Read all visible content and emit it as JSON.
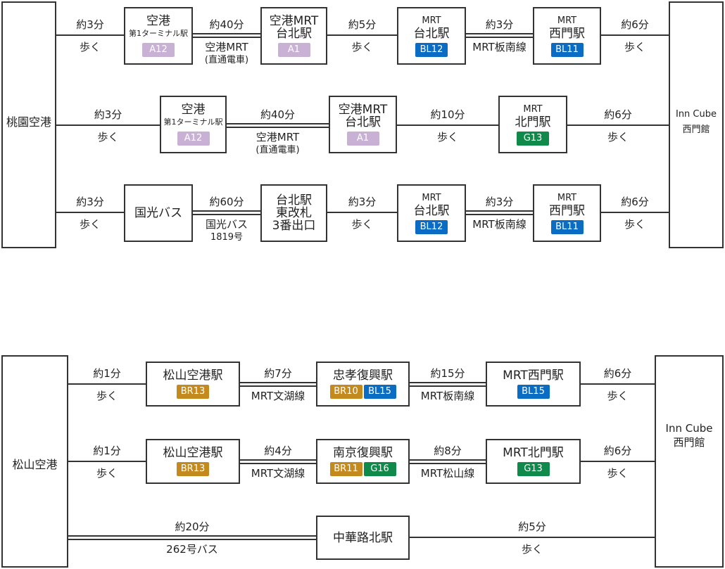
{
  "colors": {
    "ring": "#c9b1d6",
    "blue": "#0a6cc2",
    "gold": "#c48a1e",
    "green": "#0f8a4a",
    "line": "#333333"
  },
  "top": {
    "origin": "桃園空港",
    "dest": [
      "Inn Cube",
      "西門館"
    ],
    "rows": [
      {
        "edges": [
          {
            "top": "約3分",
            "bottom": "歩く"
          },
          {
            "top": "約40分",
            "bottom": "空港MRT",
            "bottom2": "(直通電車)"
          },
          {
            "top": "約5分",
            "bottom": "歩く"
          },
          {
            "top": "約3分",
            "bottom": "MRT板南線"
          },
          {
            "top": "約6分",
            "bottom": "歩く"
          }
        ],
        "nodes": [
          {
            "l1": "空港",
            "l2": "第1ターミナル駅",
            "badges": [
              {
                "t": "A12",
                "c": "ring"
              }
            ]
          },
          {
            "l1": "空港MRT",
            "l2": "台北駅",
            "badges": [
              {
                "t": "A1",
                "c": "ring"
              }
            ]
          },
          {
            "l1": "MRT",
            "l2": "台北駅",
            "badges": [
              {
                "t": "BL12",
                "c": "blue"
              }
            ]
          },
          {
            "l1": "MRT",
            "l2": "西門駅",
            "badges": [
              {
                "t": "BL11",
                "c": "blue"
              }
            ]
          }
        ]
      },
      {
        "edges": [
          {
            "top": "約3分",
            "bottom": "歩く"
          },
          {
            "top": "約40分",
            "bottom": "空港MRT",
            "bottom2": "(直通電車)"
          },
          {
            "top": "約10分",
            "bottom": "歩く"
          },
          {
            "top": "約6分",
            "bottom": "歩く"
          }
        ],
        "nodes": [
          {
            "l1": "空港",
            "l2": "第1ターミナル駅",
            "badges": [
              {
                "t": "A12",
                "c": "ring"
              }
            ]
          },
          {
            "l1": "空港MRT",
            "l2": "台北駅",
            "badges": [
              {
                "t": "A1",
                "c": "ring"
              }
            ]
          },
          {
            "l1": "MRT",
            "l2": "北門駅",
            "badges": [
              {
                "t": "G13",
                "c": "green"
              }
            ]
          }
        ]
      },
      {
        "edges": [
          {
            "top": "約3分",
            "bottom": "歩く"
          },
          {
            "top": "約60分",
            "bottom": "国光バス",
            "bottom2": "1819号"
          },
          {
            "top": "約3分",
            "bottom": "歩く"
          },
          {
            "top": "約3分",
            "bottom": "MRT板南線"
          },
          {
            "top": "約6分",
            "bottom": "歩く"
          }
        ],
        "nodes": [
          {
            "l1": "国光バス",
            "badges": []
          },
          {
            "l1": "台北駅",
            "l2": "東改札",
            "l3": "3番出口",
            "badges": []
          },
          {
            "l1": "MRT",
            "l2": "台北駅",
            "badges": [
              {
                "t": "BL12",
                "c": "blue"
              }
            ]
          },
          {
            "l1": "MRT",
            "l2": "西門駅",
            "badges": [
              {
                "t": "BL11",
                "c": "blue"
              }
            ]
          }
        ]
      }
    ]
  },
  "bottom": {
    "origin": "松山空港",
    "dest": [
      "Inn Cube",
      "西門館"
    ],
    "rows": [
      {
        "edges": [
          {
            "top": "約1分",
            "bottom": "歩く"
          },
          {
            "top": "約7分",
            "bottom": "MRT文湖線"
          },
          {
            "top": "約15分",
            "bottom": "MRT板南線"
          },
          {
            "top": "約6分",
            "bottom": "歩く"
          }
        ],
        "nodes": [
          {
            "l1": "松山空港駅",
            "badges": [
              {
                "t": "BR13",
                "c": "gold"
              }
            ]
          },
          {
            "l1": "忠孝復興駅",
            "badges": [
              {
                "t": "BR10",
                "c": "gold"
              },
              {
                "t": "BL15",
                "c": "blue"
              }
            ]
          },
          {
            "l1": "MRT西門駅",
            "badges": [
              {
                "t": "BL15",
                "c": "blue"
              }
            ]
          }
        ]
      },
      {
        "edges": [
          {
            "top": "約1分",
            "bottom": "歩く"
          },
          {
            "top": "約4分",
            "bottom": "MRT文湖線"
          },
          {
            "top": "約8分",
            "bottom": "MRT松山線"
          },
          {
            "top": "約6分",
            "bottom": "歩く"
          }
        ],
        "nodes": [
          {
            "l1": "松山空港駅",
            "badges": [
              {
                "t": "BR13",
                "c": "gold"
              }
            ]
          },
          {
            "l1": "南京復興駅",
            "badges": [
              {
                "t": "BR11",
                "c": "gold"
              },
              {
                "t": "G16",
                "c": "green"
              }
            ]
          },
          {
            "l1": "MRT北門駅",
            "badges": [
              {
                "t": "G13",
                "c": "green"
              }
            ]
          }
        ]
      },
      {
        "edges": [
          {
            "top": "約20分",
            "bottom": "262号バス"
          },
          {
            "top": "約5分",
            "bottom": "歩く"
          }
        ],
        "nodes": [
          {
            "l1": "中華路北駅",
            "badges": []
          }
        ]
      }
    ]
  }
}
